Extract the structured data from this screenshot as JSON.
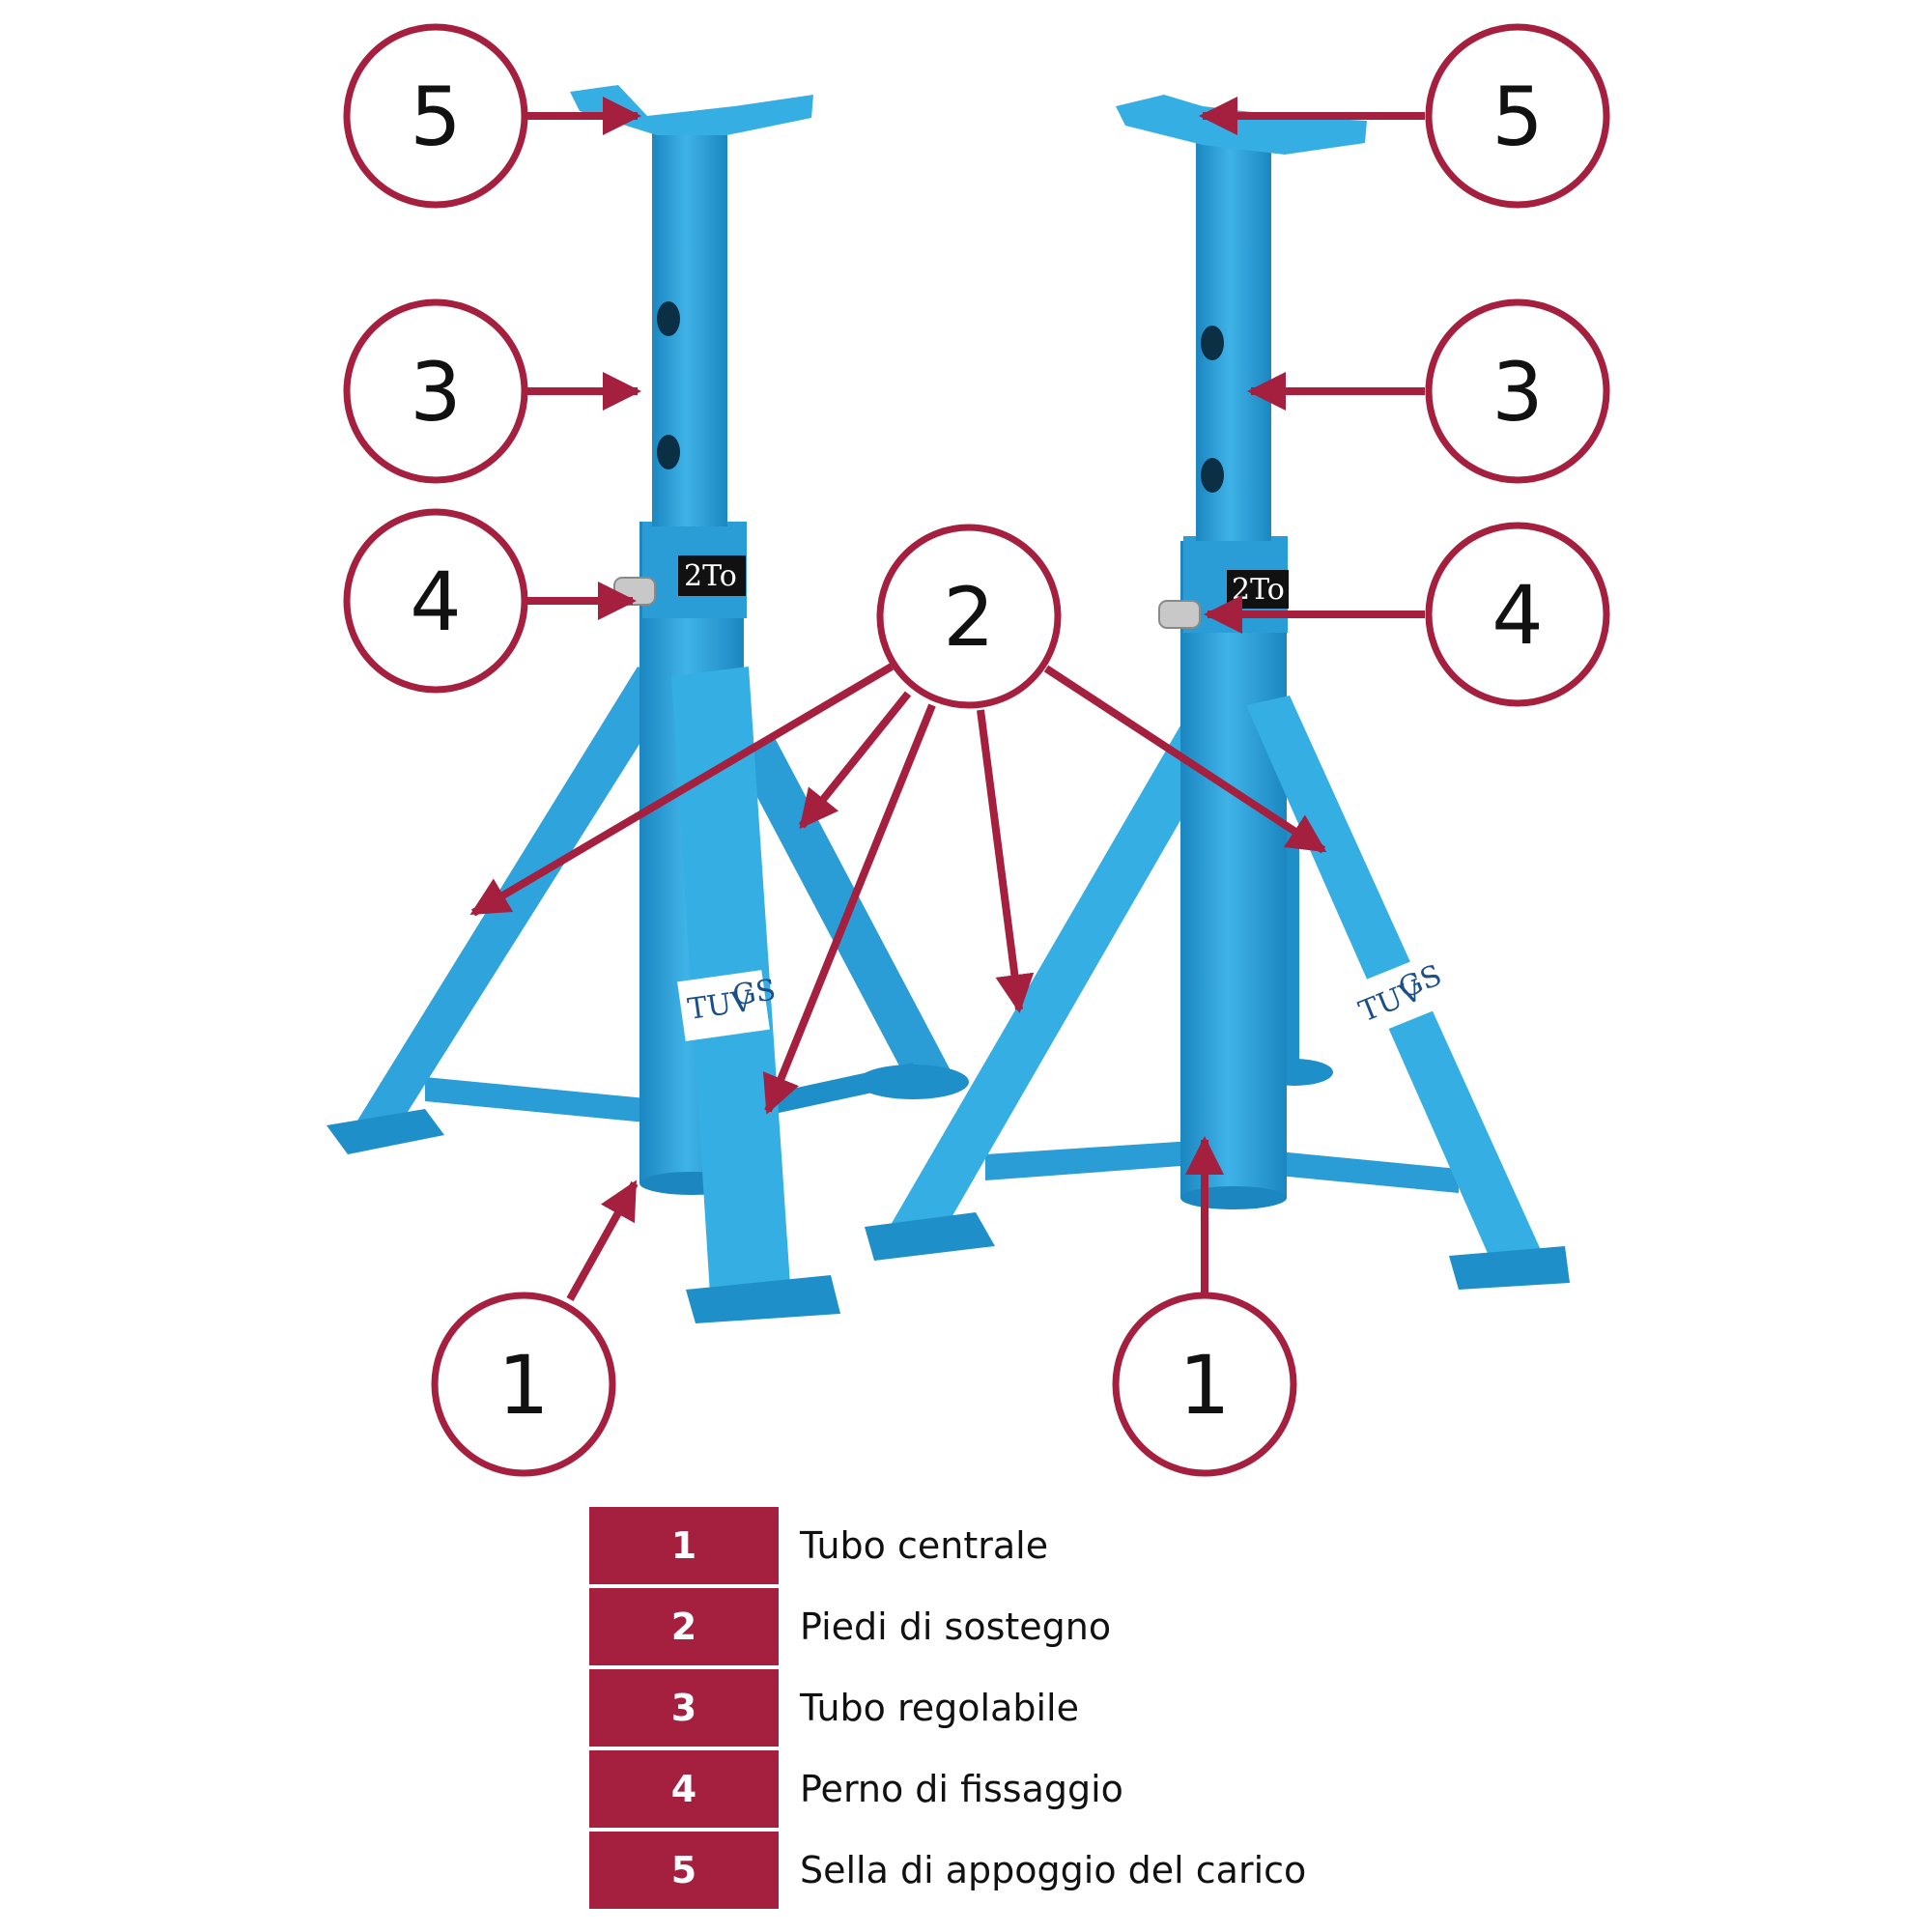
{
  "colors": {
    "accent": "#a51f3f",
    "stand_blue": "#2ea3dc",
    "stand_dark": "#1b86c0",
    "stand_light": "#6ccaf0"
  },
  "stand_labels": {
    "capacity": "2To",
    "cert_1": "TUV",
    "cert_2": "GS"
  },
  "callouts": [
    {
      "number": "5",
      "target": "saddle-left"
    },
    {
      "number": "3",
      "target": "adjustable-tube-left"
    },
    {
      "number": "4",
      "target": "pin-left"
    },
    {
      "number": "1",
      "target": "central-tube-left"
    },
    {
      "number": "2",
      "target": "legs"
    },
    {
      "number": "5",
      "target": "saddle-right"
    },
    {
      "number": "3",
      "target": "adjustable-tube-right"
    },
    {
      "number": "4",
      "target": "pin-right"
    },
    {
      "number": "1",
      "target": "central-tube-right"
    }
  ],
  "legend": [
    {
      "number": "1",
      "label": "Tubo centrale"
    },
    {
      "number": "2",
      "label": "Piedi di sostegno"
    },
    {
      "number": "3",
      "label": "Tubo regolabile"
    },
    {
      "number": "4",
      "label": "Perno di fissaggio"
    },
    {
      "number": "5",
      "label": "Sella di appoggio del carico"
    }
  ]
}
